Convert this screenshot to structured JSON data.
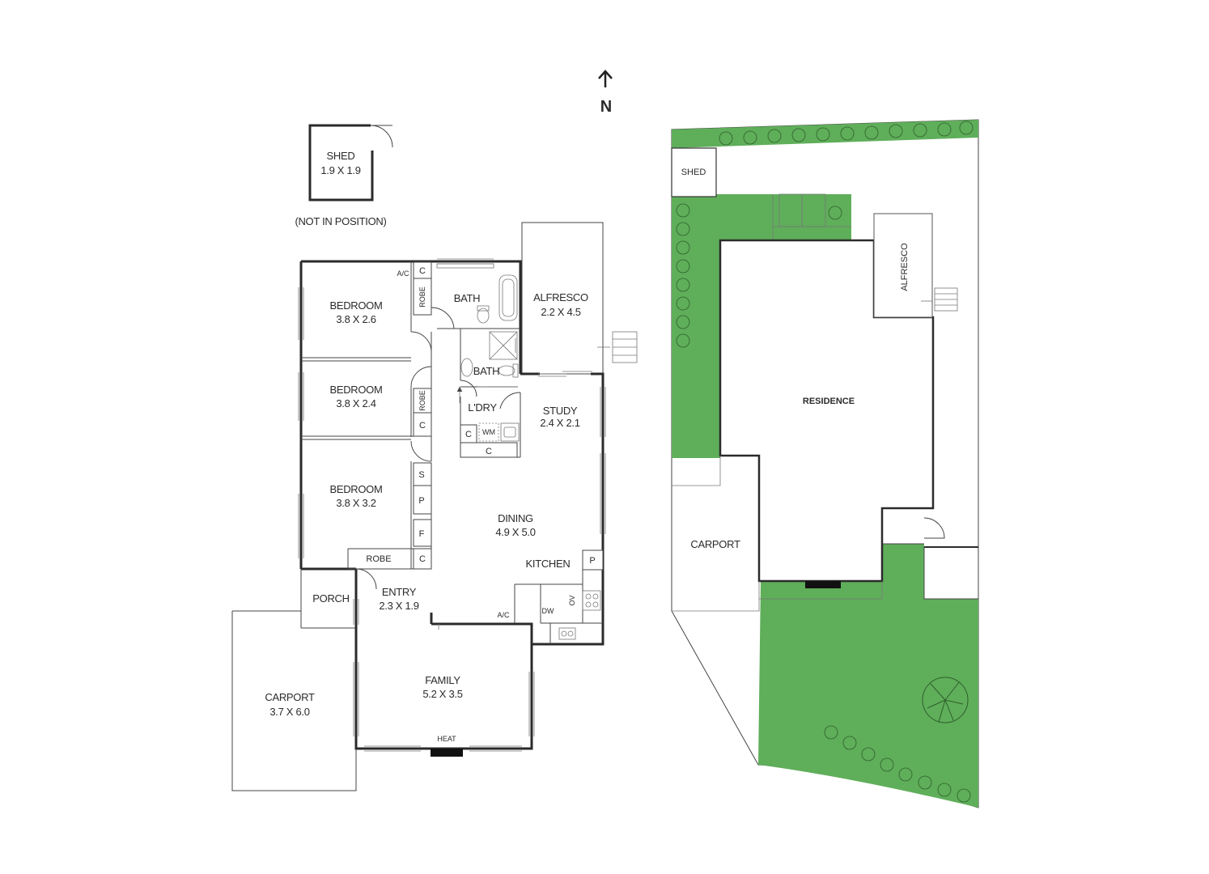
{
  "compass": {
    "arrow": "↑",
    "label": "N"
  },
  "shed": {
    "name": "SHED",
    "size": "1.9 X 1.9",
    "note": "(NOT IN POSITION)"
  },
  "rooms": {
    "bedroom1": {
      "name": "BEDROOM",
      "size": "3.8 X 2.6"
    },
    "bedroom2": {
      "name": "BEDROOM",
      "size": "3.8 X 2.4"
    },
    "bedroom3": {
      "name": "BEDROOM",
      "size": "3.8 X 3.2"
    },
    "bath_main": {
      "name": "BATH"
    },
    "bath_ensuite": {
      "name": "BATH"
    },
    "alfresco": {
      "name": "ALFRESCO",
      "size": "2.2 X 4.5"
    },
    "laundry": {
      "name": "L'DRY"
    },
    "study": {
      "name": "STUDY",
      "size": "2.4 X 2.1"
    },
    "dining": {
      "name": "DINING",
      "size": "4.9 X 5.0"
    },
    "kitchen": {
      "name": "KITCHEN"
    },
    "entry": {
      "name": "ENTRY",
      "size": "2.3 X 1.9"
    },
    "porch": {
      "name": "PORCH"
    },
    "family": {
      "name": "FAMILY",
      "size": "5.2 X 3.5"
    },
    "carport": {
      "name": "CARPORT",
      "size": "3.7 X 6.0"
    }
  },
  "fixtures": {
    "ac": "A/C",
    "closet": "C",
    "robe": "ROBE",
    "shelf": "S",
    "pantry": "P",
    "fridge": "F",
    "washer": "WM",
    "oven": "OV",
    "dishwasher": "DW",
    "heater": "HEAT"
  },
  "site": {
    "shed": "SHED",
    "alfresco": "ALFRESCO",
    "residence": "RESIDENCE",
    "carport": "CARPORT"
  },
  "colors": {
    "lawn": "#5fae5a",
    "wall": "#2b2b2b"
  }
}
